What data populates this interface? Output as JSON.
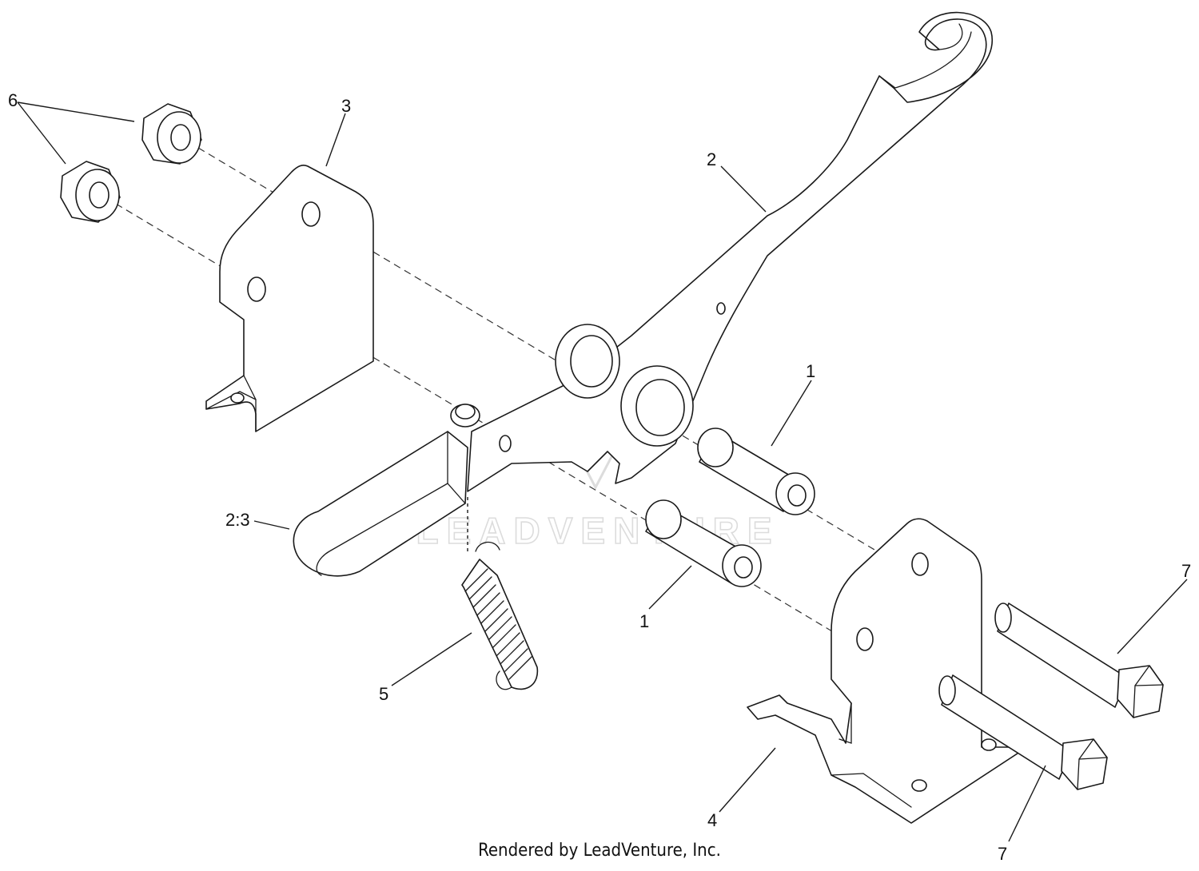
{
  "callouts": {
    "c6": "6",
    "c3": "3",
    "c2": "2",
    "c1a": "1",
    "c23": "2:3",
    "c1b": "1",
    "c7a": "7",
    "c5": "5",
    "c4": "4",
    "c7b": "7"
  },
  "watermark": "LEADVENTURE",
  "footer": "Rendered by LeadVenture, Inc."
}
